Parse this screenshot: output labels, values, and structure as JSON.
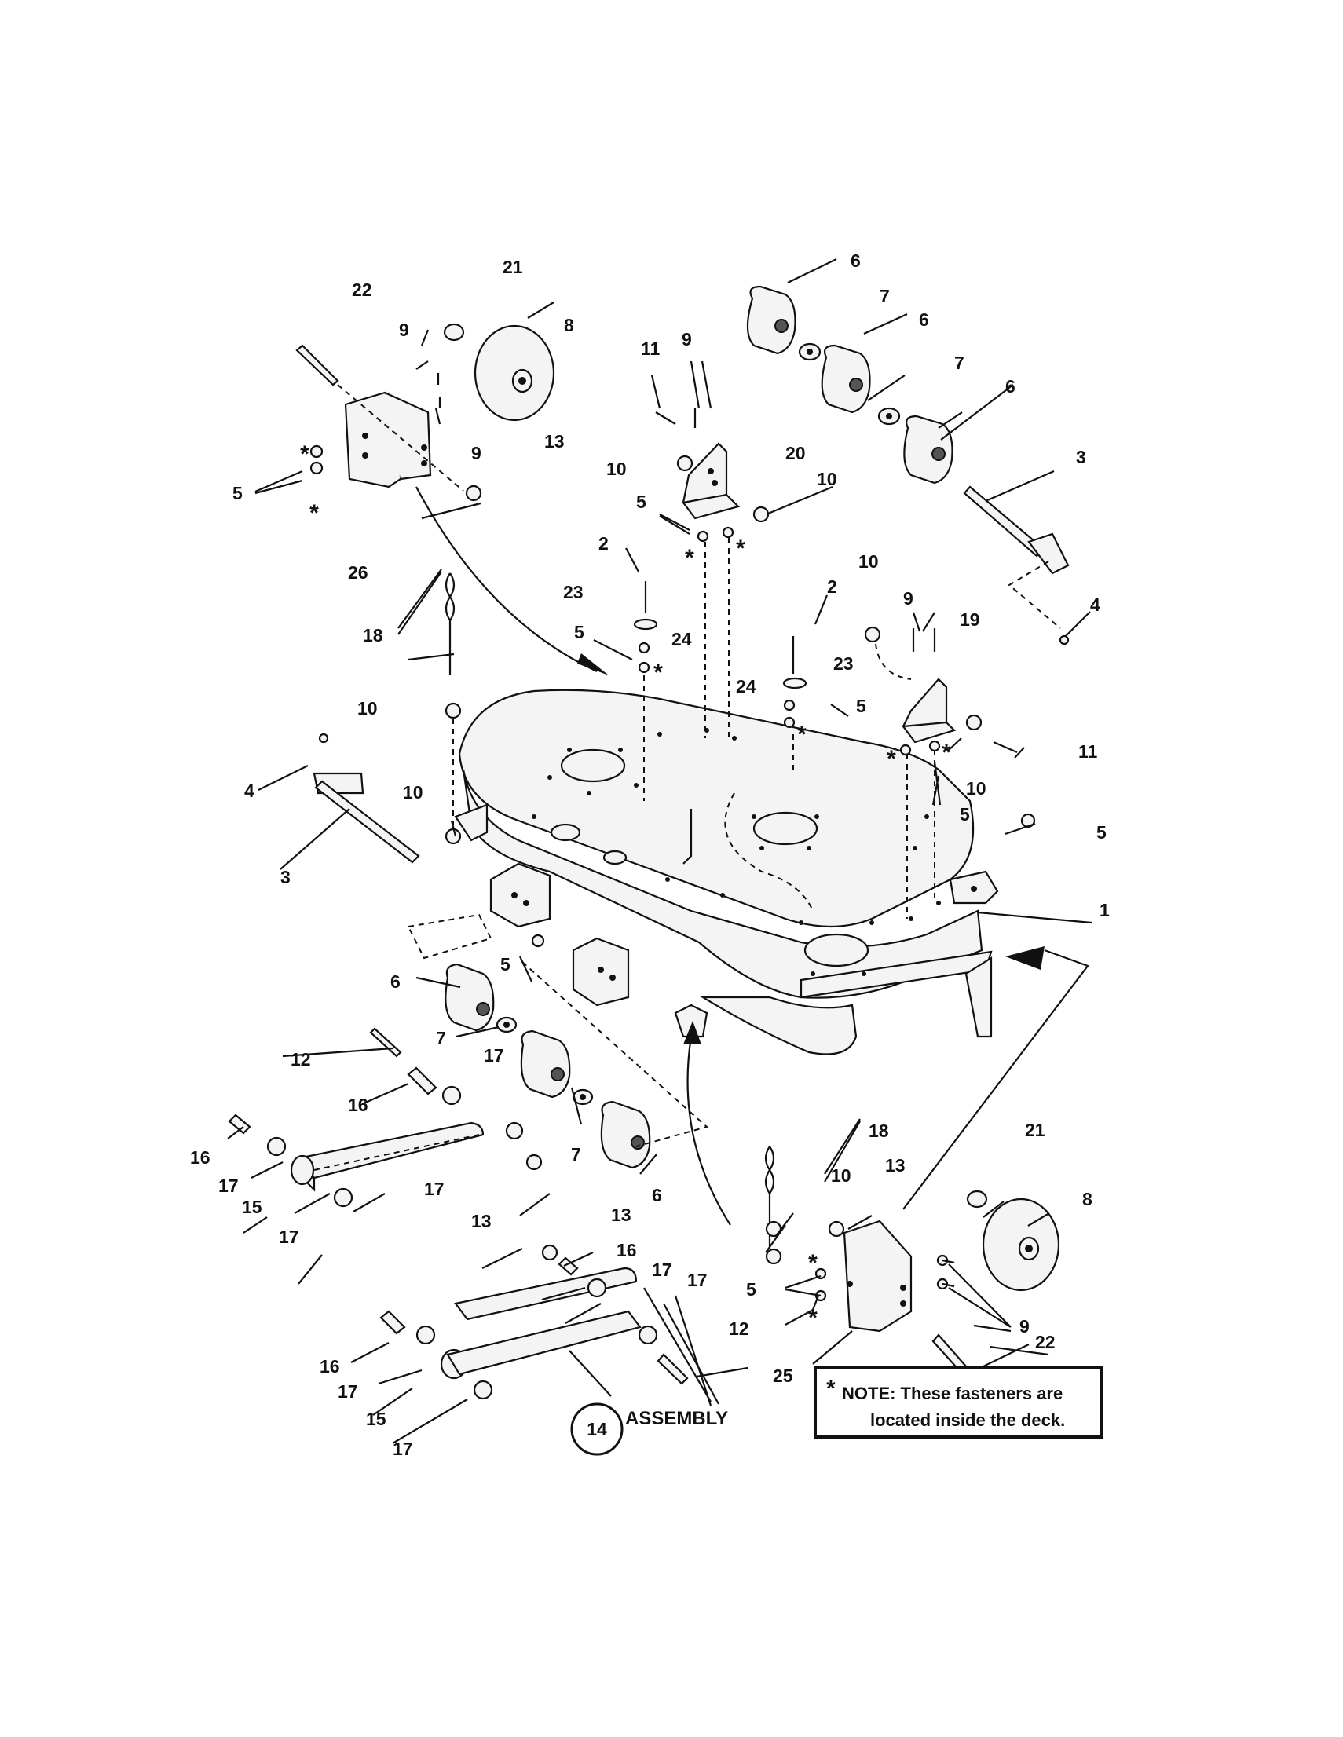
{
  "labels": {
    "l1": "1",
    "l2a": "2",
    "l2b": "2",
    "l3a": "3",
    "l3b": "3",
    "l4a": "4",
    "l4b": "4",
    "l5a": "5",
    "l5b": "5",
    "l5c": "5",
    "l5d": "5",
    "l5e": "5",
    "l5f": "5",
    "l5g": "5",
    "l5h": "5",
    "l6a": "6",
    "l6b": "6",
    "l6c": "6",
    "l6d": "6",
    "l6e": "6",
    "l7a": "7",
    "l7b": "7",
    "l7c": "7",
    "l7d": "7",
    "l8a": "8",
    "l8b": "8",
    "l9a": "9",
    "l9b": "9",
    "l9c": "9",
    "l9d": "9",
    "l9e": "9",
    "l10a": "10",
    "l10b": "10",
    "l10c": "10",
    "l10d": "10",
    "l10e": "10",
    "l10f": "10",
    "l10g": "10",
    "l11a": "11",
    "l11b": "11",
    "l12a": "12",
    "l12b": "12",
    "l13a": "13",
    "l13b": "13",
    "l13c": "13",
    "l13d": "13",
    "l15a": "15",
    "l15b": "15",
    "l16a": "16",
    "l16b": "16",
    "l16c": "16",
    "l16d": "16",
    "l17a": "17",
    "l17b": "17",
    "l17c": "17",
    "l17d": "17",
    "l17e": "17",
    "l17f": "17",
    "l17g": "17",
    "l17h": "17",
    "l18a": "18",
    "l18b": "18",
    "l19": "19",
    "l20": "20",
    "l21a": "21",
    "l21b": "21",
    "l22a": "22",
    "l22b": "22",
    "l23a": "23",
    "l23b": "23",
    "l24a": "24",
    "l24b": "24",
    "l25": "25",
    "l26": "26"
  },
  "assembly": {
    "number": "14",
    "label": "ASSEMBLY"
  },
  "note": {
    "star": "*",
    "line1": "NOTE: These fasteners are",
    "line2": "located inside the deck."
  },
  "asterisk": "*"
}
